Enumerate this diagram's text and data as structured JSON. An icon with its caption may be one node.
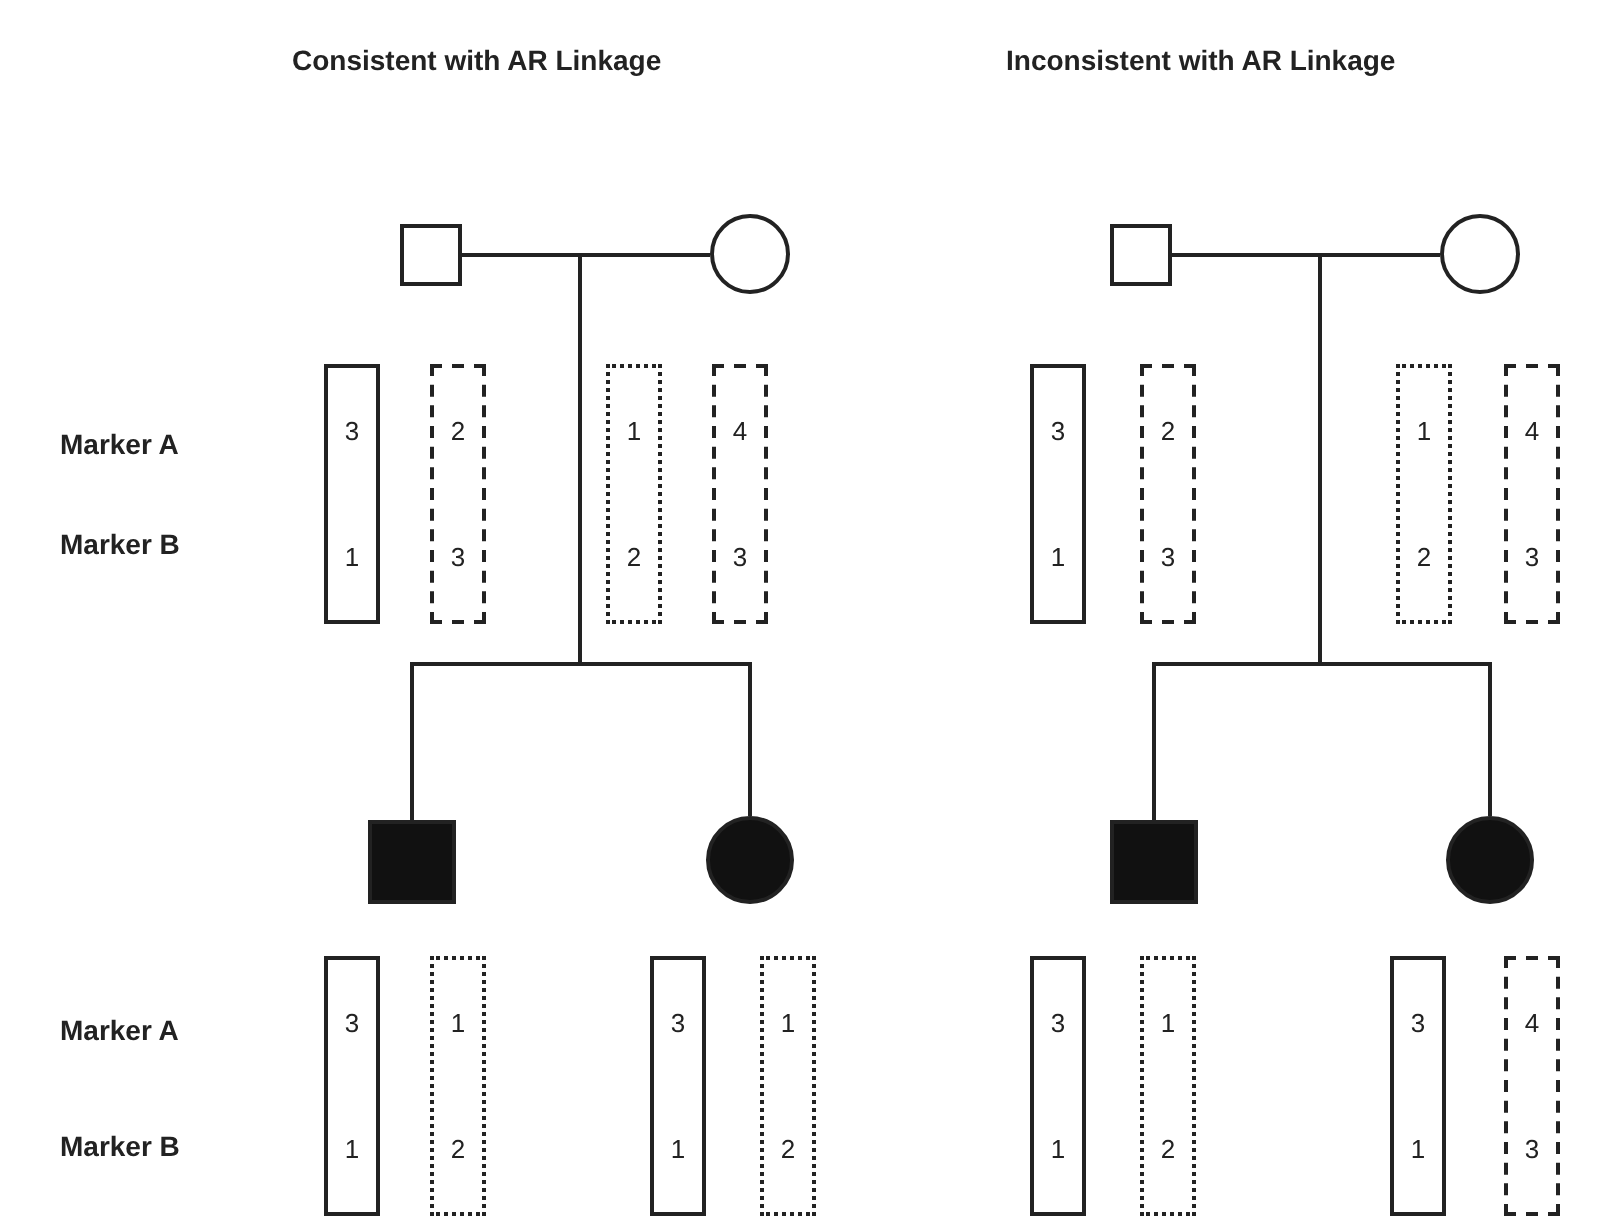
{
  "diagram": {
    "nodes": [
      {
        "text": [],
        "shape": "box"
      },
      {
        "text": [],
        "shape": "circle"
      },
      {
        "text": [
          "3",
          "1"
        ]
      },
      {
        "text": [
          "2",
          "3"
        ]
      },
      {
        "text": [
          "1",
          "2"
        ]
      },
      {
        "text": [
          "4",
          "3"
        ]
      },
      {
        "text": [],
        "shape": "box"
      },
      {
        "text": [],
        "shape": "circle"
      },
      {
        "text": [
          "3",
          "1"
        ]
      },
      {
        "text": [
          "1",
          "2"
        ]
      },
      {
        "text": [
          "3",
          "1"
        ]
      },
      {
        "text": [
          "1",
          "2"
        ]
      },
      {
        "text": [],
        "shape": "box"
      },
      {
        "text": [],
        "shape": "circle"
      },
      {
        "text": [
          "3",
          "1"
        ]
      },
      {
        "text": [
          "2",
          "3"
        ]
      },
      {
        "text": [
          "1",
          "2"
        ]
      },
      {
        "text": [
          "4",
          "3"
        ]
      },
      {
        "text": [],
        "shape": "box"
      },
      {
        "text": [],
        "shape": "circle"
      },
      {
        "text": [
          "3",
          "1"
        ]
      },
      {
        "text": [
          "1",
          "2"
        ]
      },
      {
        "text": [
          "3",
          "1"
        ]
      },
      {
        "text": [
          "4",
          "3"
        ]
      }
    ],
    "edges": [
      {
        "from": 0,
        "to": 1,
        "arrow": "none"
      },
      {
        "from": null,
        "to": 6,
        "arrow": "none"
      },
      {
        "from": null,
        "to": 7,
        "arrow": "none"
      },
      {
        "from": 12,
        "to": 13,
        "arrow": "none"
      },
      {
        "from": null,
        "to": 18,
        "arrow": "none"
      },
      {
        "from": null,
        "to": 19,
        "arrow": "none"
      }
    ],
    "labels": [
      "Consistent with AR Linkage",
      "Inconsistent with AR Linkage",
      "Marker A",
      "Marker B",
      "Marker A",
      "Marker B"
    ]
  }
}
